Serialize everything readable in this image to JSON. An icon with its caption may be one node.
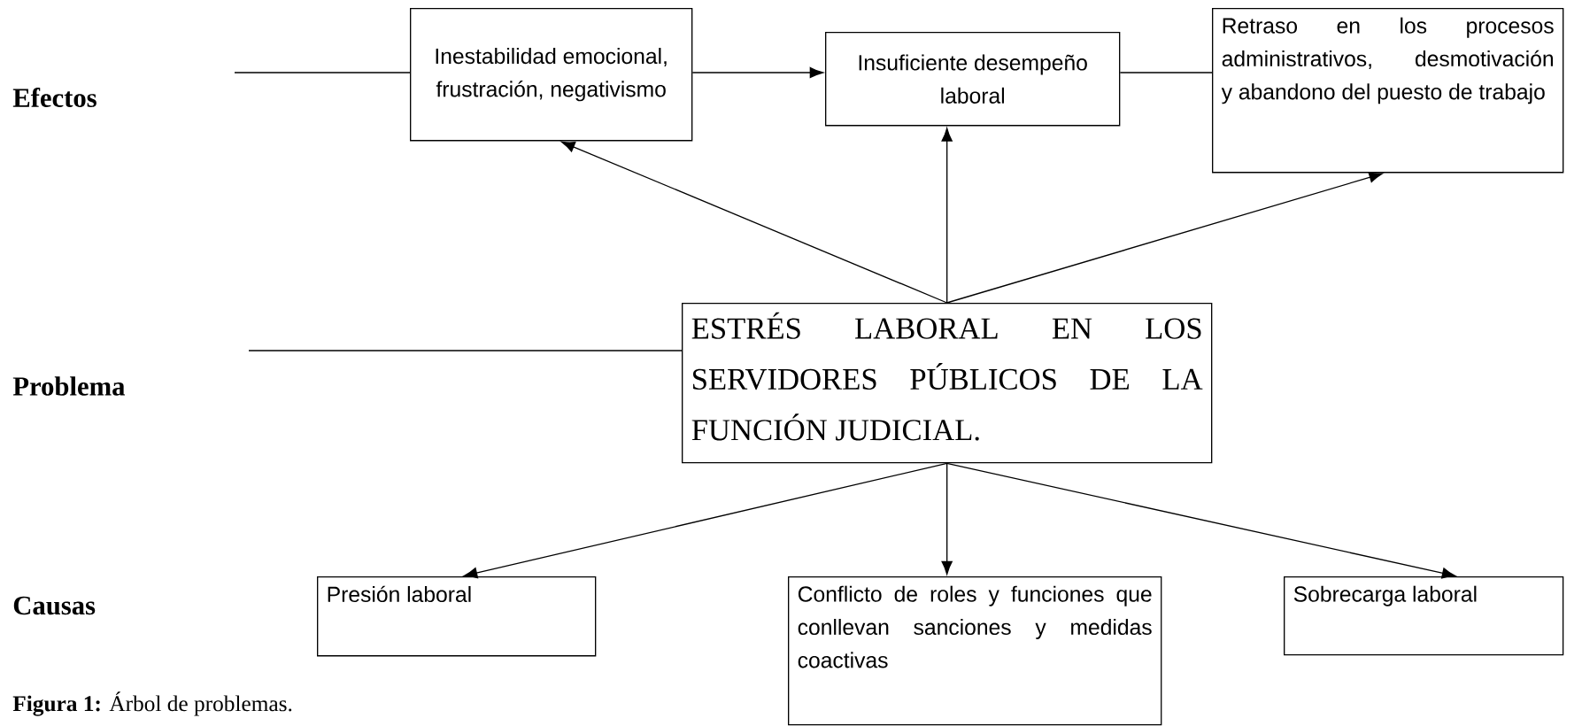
{
  "diagram": {
    "caption": "**Figura 1:** Árbol de problemas.",
    "nodes": [
      {
        "text": [
          "Inestabilidad emocional, frustración, negativismo"
        ]
      },
      {
        "text": [
          "Insuficiente desempeño laboral"
        ]
      },
      {
        "text": [
          "Retraso en los procesos administrativos, desmotivación y abandono del puesto de trabajo"
        ]
      },
      {
        "text": [
          "ESTRÉS LABORAL EN LOS SERVIDORES PÚBLICOS DE LA FUNCIÓN JUDICIAL."
        ]
      },
      {
        "text": [
          "Presión laboral"
        ]
      },
      {
        "text": [
          "Conflicto de roles y funciones que conllevan sanciones y medidas coactivas"
        ]
      },
      {
        "text": [
          "Sobrecarga laboral"
        ]
      }
    ],
    "edges": [
      {
        "from": null,
        "to": 0,
        "arrow": "none"
      },
      {
        "from": 0,
        "to": 1,
        "arrow": "to"
      },
      {
        "from": 1,
        "to": 2,
        "arrow": "none"
      },
      {
        "from": 3,
        "to": 0,
        "arrow": "to"
      },
      {
        "from": 3,
        "to": 1,
        "arrow": "to"
      },
      {
        "from": 3,
        "to": 2,
        "arrow": "to"
      },
      {
        "from": null,
        "to": 3,
        "arrow": "none"
      },
      {
        "from": 3,
        "to": 4,
        "arrow": "to"
      },
      {
        "from": 3,
        "to": 5,
        "arrow": "to"
      },
      {
        "from": 3,
        "to": 6,
        "arrow": "to"
      }
    ],
    "labels": [
      "Efectos",
      "Problema",
      "Causas"
    ]
  }
}
